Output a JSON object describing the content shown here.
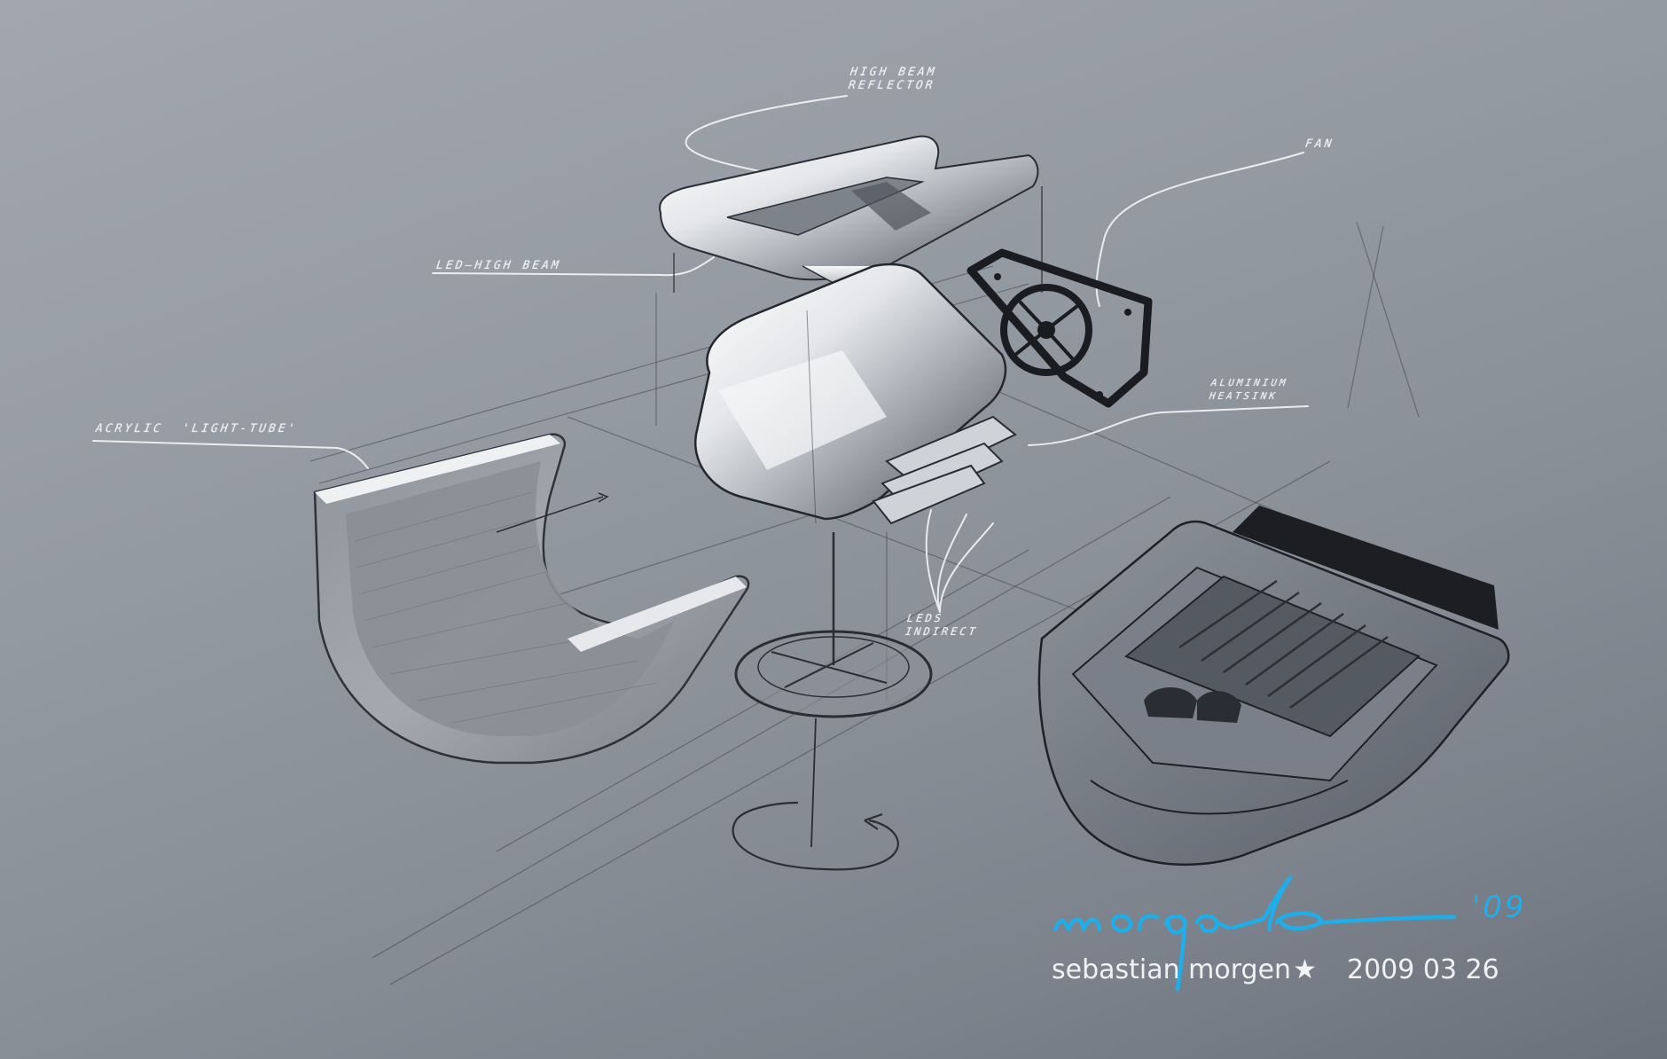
{
  "illustration": {
    "subject": "exploded view concept sketch of a lamp",
    "background_colors": {
      "top_left": "#a0a5ad",
      "top_right": "#7f868f",
      "bottom_left": "#858b94",
      "bottom_right": "#6a717b"
    },
    "accent_color": "#1eaeea"
  },
  "labels": {
    "high_beam_reflector": "HIGH BEAM\nREFLECTOR",
    "fan": "FAN",
    "led_high_beam": "LED–HIGH BEAM",
    "acrylic_light_tube": "ACRYLIC  'LIGHT-TUBE'",
    "aluminium_heatsink": "ALUMINIUM\nHEATSINK",
    "leds_indirect": "LEDS\nINDIRECT"
  },
  "signature": {
    "script": "morgen",
    "year": "'09"
  },
  "credit": {
    "name": "sebastian morgen",
    "star": "★",
    "date": "2009 03 26"
  }
}
